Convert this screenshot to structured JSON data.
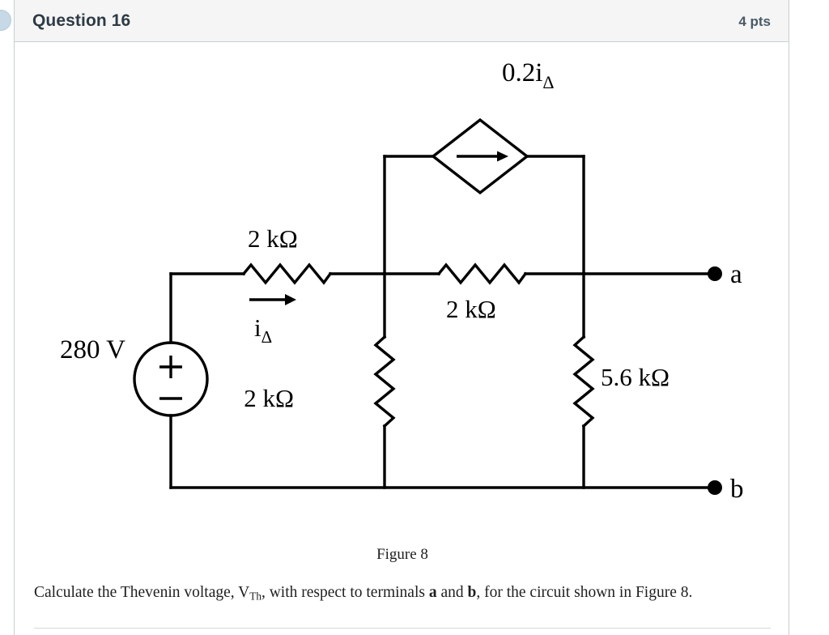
{
  "header": {
    "title": "Question 16",
    "points": "4 pts"
  },
  "figure": {
    "caption": "Figure 8"
  },
  "prompt": {
    "part1": "Calculate the Thevenin voltage, V",
    "sub": "Th",
    "part2": ", with respect to terminals ",
    "terminal_a": "a",
    "part3": " and ",
    "terminal_b": "b",
    "part4": ", for the circuit shown in Figure 8."
  },
  "circuit": {
    "source_label": "280 V",
    "source_plus": "+",
    "source_minus": "−",
    "dependent_source_label_main": "0.2i",
    "dependent_source_label_sub": "Δ",
    "current_label_main": "i",
    "current_label_sub": "Δ",
    "r_series_top_left": "2 kΩ",
    "r_series_top_right": "2 kΩ",
    "r_shunt_middle": "2 kΩ",
    "r_shunt_right": "5.6 kΩ",
    "terminal_a": "a",
    "terminal_b": "b",
    "wire_color": "#000000"
  }
}
